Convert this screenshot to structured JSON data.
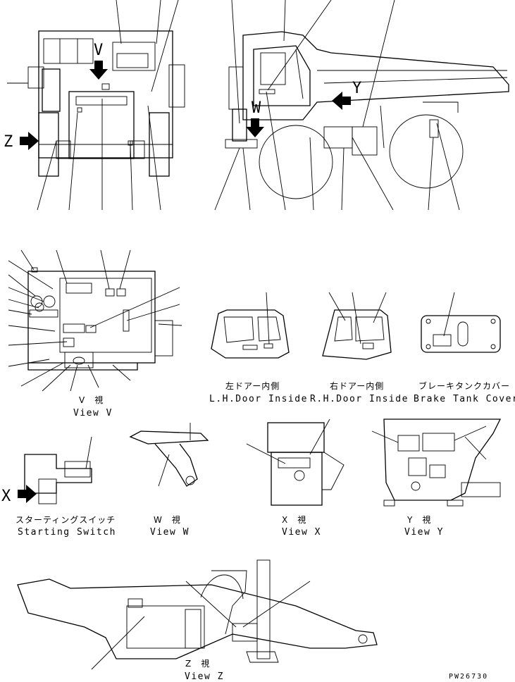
{
  "markers": {
    "v": "V",
    "w": "W",
    "y": "Y",
    "z": "Z",
    "x": "X"
  },
  "views": {
    "view_v": {
      "jp": "V　視",
      "en": "View V"
    },
    "lh_door": {
      "jp": "左ドアー内側",
      "en": "L.H.Door Inside"
    },
    "rh_door": {
      "jp": "右ドアー内側",
      "en": "R.H.Door Inside"
    },
    "brake_tank": {
      "jp": "ブレーキタンクカバー",
      "en": "Brake Tank Cover"
    },
    "starting_switch": {
      "jp": "スターティングスイッチ",
      "en": "Starting Switch"
    },
    "view_w": {
      "jp": "W　視",
      "en": "View W"
    },
    "view_x": {
      "jp": "X　視",
      "en": "View X"
    },
    "view_y": {
      "jp": "Y　視",
      "en": "View Y"
    },
    "view_z": {
      "jp": "Z　視",
      "en": "View Z"
    }
  },
  "drawing_number": "PW26730"
}
